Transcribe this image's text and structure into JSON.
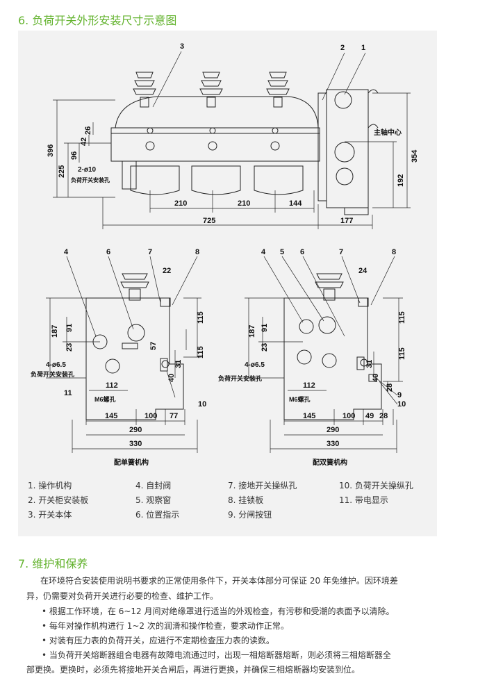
{
  "section6": {
    "title": "6. 负荷开关外形安装尺寸示意图"
  },
  "top_view": {
    "callouts": [
      "3",
      "2",
      "1"
    ],
    "dims_left": [
      "396",
      "225",
      "96",
      "42",
      "26"
    ],
    "dims_right": [
      "354",
      "192"
    ],
    "label_axis": "主轴中心",
    "hole": "2-ø10",
    "hole_label": "负荷开关安装孔",
    "dims_bottom_row1": [
      "210",
      "210",
      "144"
    ],
    "dims_bottom_row2": [
      "725",
      "177"
    ]
  },
  "single_view": {
    "callouts": [
      "4",
      "6",
      "7",
      "8",
      "11",
      "10"
    ],
    "dims_top": [
      "22"
    ],
    "dims_left": [
      "187",
      "91",
      "23"
    ],
    "dims_right": [
      "115",
      "115",
      "57",
      "31",
      "40"
    ],
    "hole": "4-ø6.5",
    "hole_label": "负荷开关安装孔",
    "dim_112": "112",
    "m6": "M6螺孔",
    "dims_bottom_row1": [
      "145",
      "100",
      "77"
    ],
    "dims_bottom_row2": [
      "290"
    ],
    "dims_bottom_row3": [
      "330"
    ],
    "caption": "配单簧机构"
  },
  "double_view": {
    "callouts": [
      "4",
      "5",
      "6",
      "7",
      "8",
      "9",
      "10"
    ],
    "dims_top": [
      "24"
    ],
    "dims_left": [
      "187",
      "91",
      "23"
    ],
    "dims_right": [
      "115",
      "115",
      "31",
      "40",
      "28"
    ],
    "hole": "4-ø6.5",
    "hole_label": "负荷开关安装孔",
    "dim_112": "112",
    "m6": "M6螺孔",
    "dims_bottom_row1": [
      "145",
      "100",
      "49",
      "28"
    ],
    "dims_bottom_row2": [
      "290"
    ],
    "dims_bottom_row3": [
      "330"
    ],
    "caption": "配双簧机构"
  },
  "legend": [
    [
      "1. 操作机构",
      "4. 自封阀",
      "7. 接地开关操纵孔",
      "10. 负荷开关操纵孔"
    ],
    [
      "2. 开关柜安装板",
      "5. 观察窗",
      "8. 挂锁板",
      "11. 带电显示"
    ],
    [
      "3. 开关本体",
      "6. 位置指示",
      "9. 分闸按钮",
      ""
    ]
  ],
  "section7": {
    "title": "7. 维护和保养",
    "paragraphs": [
      "在环境符合安装使用说明书要求的正常使用条件下，开关本体部分可保证 20 年免维护。因环境差",
      "异，仍需要对负荷开关进行必要的检查、维护工作。",
      "• 根据工作环境，在 6~12 月间对绝缘罩进行适当的外观检查，有污秽和受潮的表面予以清除。",
      "• 每年对操作机构进行 1~2 次的润滑和操作检查，要求动作正常。",
      "• 对装有压力表的负荷开关，应进行不定期检查压力表的读数。",
      "• 当负荷开关熔断器组合电器有故障电流通过时，出现一相熔断器熔断，则必须将三相熔断器全",
      "部更换。更换时，必须先将接地开关合闸后，再进行更换，并确保三相熔断器均安装到位。"
    ]
  }
}
